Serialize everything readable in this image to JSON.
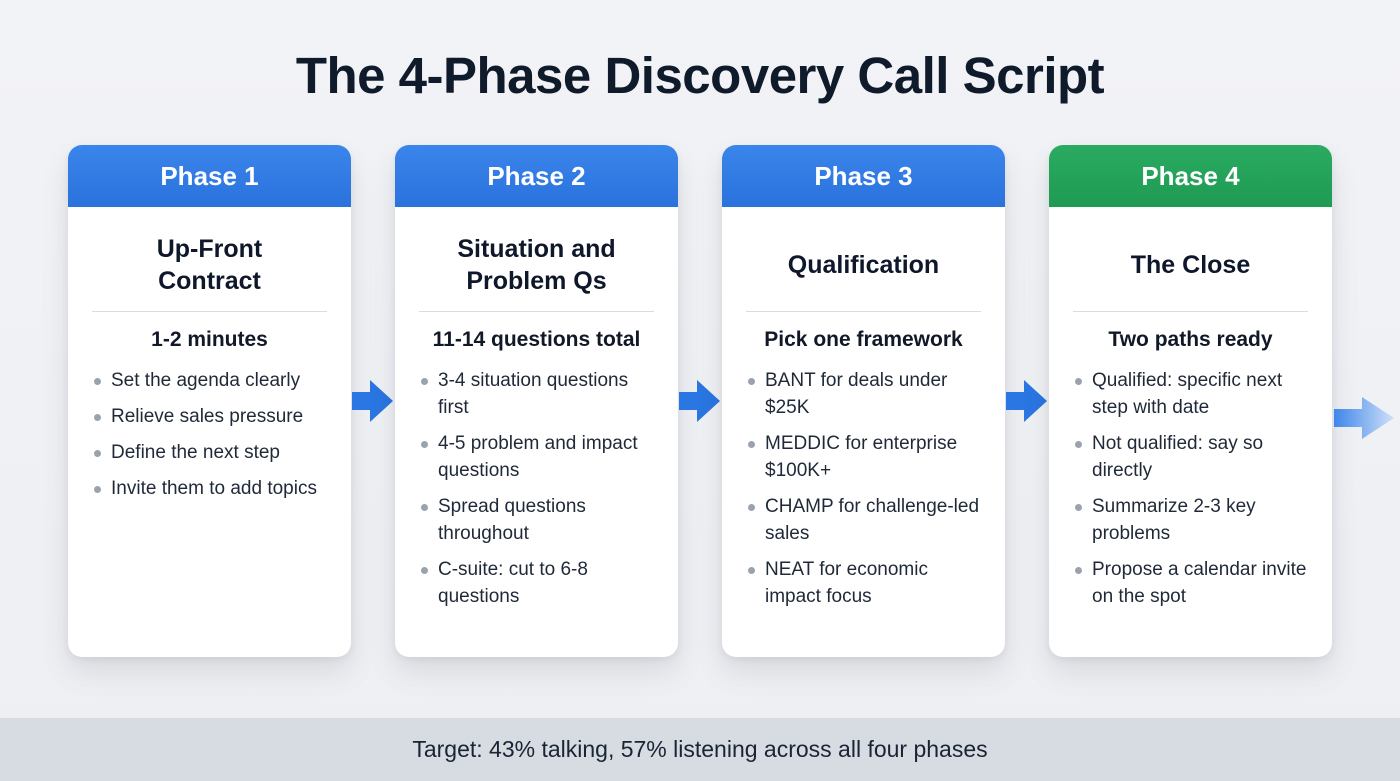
{
  "page": {
    "title": "The 4-Phase Discovery Call Script",
    "footer": "Target: 43% talking, 57% listening across all four phases"
  },
  "colors": {
    "phase_header_blue": "#2E7BE4",
    "phase_header_green": "#26A45C",
    "arrow_blue": "#2A76E2",
    "background": "#EFF1F4",
    "footer_band": "#D7DBE2",
    "card_background": "#FFFFFF",
    "text_dark": "#0F1A2B",
    "bullet_dot": "#9AA2AD"
  },
  "icons": {
    "connector": "arrow-right-icon",
    "connector_faded": "arrow-right-faded-icon",
    "bullet": "bullet-dot-icon"
  },
  "phases": [
    {
      "label": "Phase 1",
      "title": "Up-Front Contract",
      "subtitle": "1-2 minutes",
      "bullets": [
        "Set the agenda clearly",
        "Relieve sales pressure",
        "Define the next step",
        "Invite them to add topics"
      ]
    },
    {
      "label": "Phase 2",
      "title": "Situation and Problem Qs",
      "subtitle": "11-14 questions total",
      "bullets": [
        "3-4 situation questions first",
        "4-5 problem and impact questions",
        "Spread questions throughout",
        "C-suite: cut to 6-8 questions"
      ]
    },
    {
      "label": "Phase 3",
      "title": "Qualification",
      "subtitle": "Pick one framework",
      "bullets": [
        "BANT for deals under $25K",
        "MEDDIC for enterprise $100K+",
        "CHAMP for challenge-led sales",
        "NEAT for economic impact focus"
      ]
    },
    {
      "label": "Phase 4",
      "title": "The Close",
      "subtitle": "Two paths ready",
      "bullets": [
        "Qualified: specific next step with date",
        "Not qualified: say so directly",
        "Summarize 2-3 key problems",
        "Propose a calendar invite on the spot"
      ]
    }
  ]
}
